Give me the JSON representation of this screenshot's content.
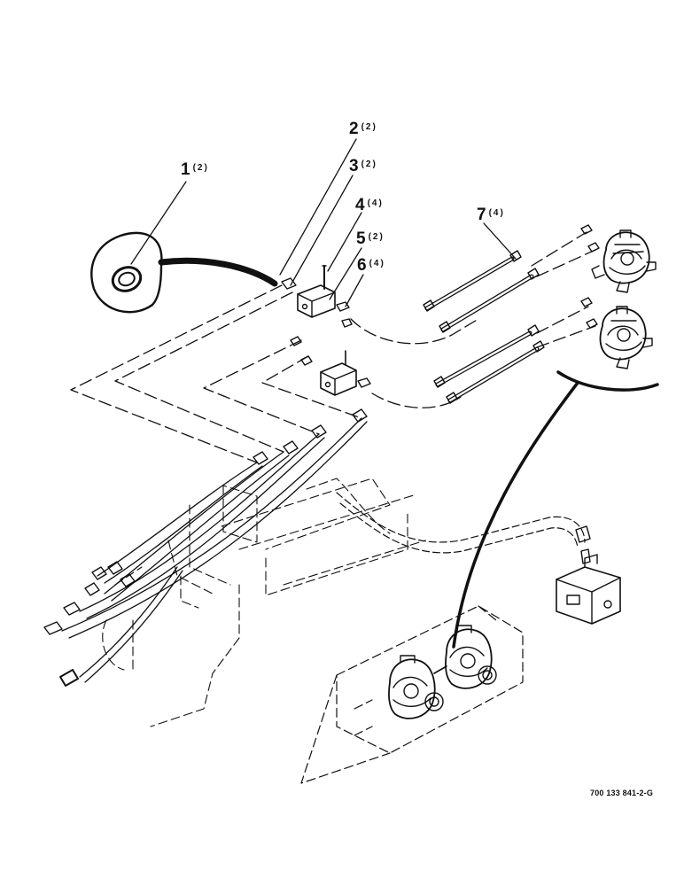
{
  "diagram": {
    "callouts": [
      {
        "id": "c1",
        "number": "1",
        "qty": "(2)"
      },
      {
        "id": "c2",
        "number": "2",
        "qty": "(2)"
      },
      {
        "id": "c3",
        "number": "3",
        "qty": "(2)"
      },
      {
        "id": "c4",
        "number": "4",
        "qty": "(4)"
      },
      {
        "id": "c5",
        "number": "5",
        "qty": "(2)"
      },
      {
        "id": "c6",
        "number": "6",
        "qty": "(4)"
      },
      {
        "id": "c7",
        "number": "7",
        "qty": "(4)"
      }
    ],
    "figure_id": "700 133 841-2-G",
    "colors": {
      "ink": "#111111",
      "paper": "#ffffff"
    },
    "parts": [
      "hose-coil",
      "tee-fitting",
      "adapter",
      "elbow-fitting",
      "reducer",
      "hydraulic-hose",
      "hydraulic-motor",
      "gearbox",
      "control-valve",
      "tractor-frame"
    ]
  }
}
